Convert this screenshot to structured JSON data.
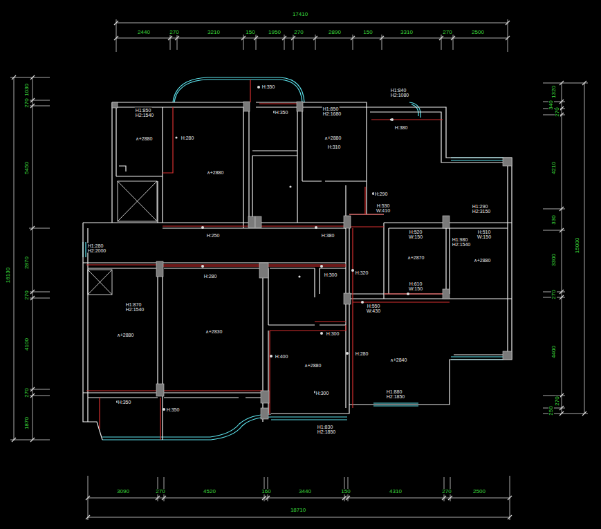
{
  "diagram": {
    "labels": [
      "17410",
      "2440",
      "270",
      "3210",
      "150",
      "1950",
      "270",
      "2890",
      "150",
      "3310",
      "270",
      "2500",
      "16130",
      "1030",
      "270",
      "5450",
      "2870",
      "270",
      "4100",
      "270",
      "1870",
      "1320",
      "340",
      "270",
      "4210",
      "330",
      "3300",
      "270",
      "4400",
      "270",
      "250",
      "15000",
      "3090",
      "270",
      "4520",
      "160",
      "3440",
      "150",
      "4310",
      "270",
      "2500",
      "18710",
      "H:350",
      "H1:840",
      "H2:1080",
      "H1:850",
      "H2:1540",
      "H:350",
      "H1:850",
      "H2:1680",
      "∧+2880",
      "H:280",
      "∧+2880",
      "H:310",
      "H:380",
      "∧+2880",
      "H:290",
      "H:530",
      "W:410",
      "H1:290",
      "H2:3150",
      "H:520",
      "W:150",
      "H:510",
      "W:150",
      "H1:980",
      "H2:1540",
      "H:250",
      "H:380",
      "H1:280",
      "H2:2000",
      "∧+2870",
      "∧+2880",
      "H:280",
      "H:300",
      "H:320",
      "H:610",
      "W:150",
      "H:550",
      "W:430",
      "H1:870",
      "H2:1540",
      "∧+2880",
      "∧+2830",
      "H:300",
      "H:400",
      "∧+2880",
      "H:280",
      "∧+2840",
      "H:300",
      "H1:880",
      "H2:1850",
      "H:350",
      "H:350",
      "H1:830",
      "H2:1850"
    ]
  }
}
